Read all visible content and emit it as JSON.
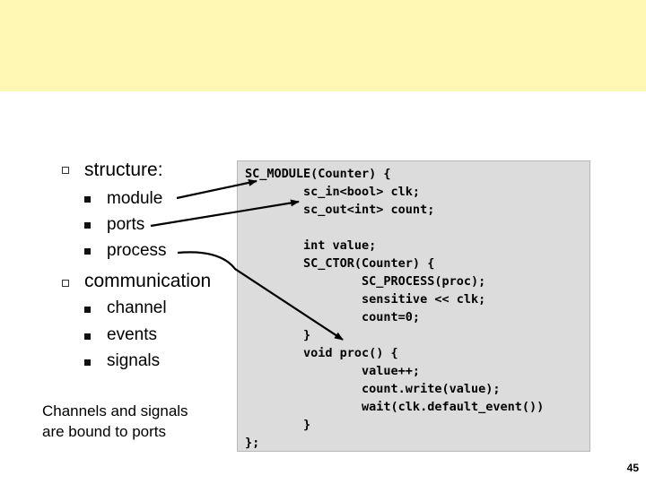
{
  "slide": {
    "bullets": [
      {
        "label": "structure:",
        "items": [
          "module",
          "ports",
          "process"
        ]
      },
      {
        "label": "communication",
        "items": [
          "channel",
          "events",
          "signals"
        ]
      }
    ],
    "caption": [
      "Channels and signals",
      "are bound to ports"
    ],
    "code_lines": [
      "SC_MODULE(Counter) {",
      "        sc_in<bool> clk;",
      "        sc_out<int> count;",
      "",
      "        int value;",
      "        SC_CTOR(Counter) {",
      "                SC_PROCESS(proc);",
      "                sensitive << clk;",
      "                count=0;",
      "        }",
      "        void proc() {",
      "                value++;",
      "                count.write(value);",
      "                wait(clk.default_event())",
      "        }",
      "};"
    ],
    "page_number": "45",
    "colors": {
      "header_band": "#fff7b3",
      "code_panel": "#dcdcdc"
    }
  }
}
